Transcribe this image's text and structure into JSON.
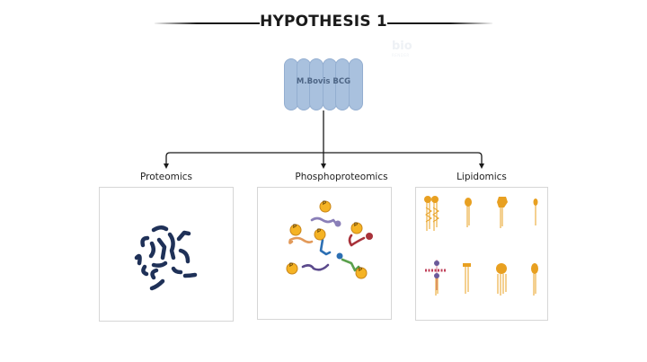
{
  "title": "HYPOTHESIS 1",
  "watermark": {
    "main": "bio",
    "sub": "RENDER"
  },
  "organism": {
    "label": "M.Bovis BCG"
  },
  "branches": [
    {
      "label": "Proteomics"
    },
    {
      "label": "Phosphoproteomics"
    },
    {
      "label": "Lipidomics"
    }
  ],
  "phospho_marker": "P",
  "colors": {
    "membrane": "#a9c1de",
    "protein": "#1f3158",
    "phospho_badge": "#f5b324",
    "lipid": "#e8a021",
    "arrow": "#1a1a1a"
  }
}
